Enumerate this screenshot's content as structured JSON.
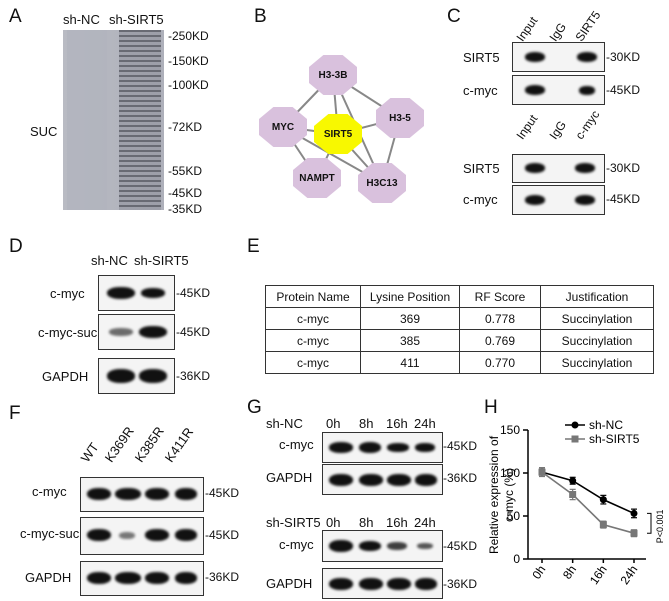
{
  "panelA": {
    "label": "A",
    "lanes": [
      "sh-NC",
      "sh-SIRT5"
    ],
    "side_label": "SUC",
    "markers": [
      "-250KD",
      "-150KD",
      "-100KD",
      "-72KD",
      "-55KD",
      "-45KD",
      "-35KD"
    ]
  },
  "panelB": {
    "label": "B",
    "center": "SIRT5",
    "nodes": [
      "H3-3B",
      "MYC",
      "H3-5",
      "NAMPT",
      "H3C13"
    ],
    "colors": {
      "center": "#f8f800",
      "node": "#d9c1dd"
    }
  },
  "panelC": {
    "label": "C",
    "top": {
      "cols": [
        "Input",
        "IgG",
        "SIRT5"
      ],
      "rows": [
        "SIRT5",
        "c-myc"
      ],
      "markers": [
        "-30KD",
        "-45KD"
      ]
    },
    "bottom": {
      "cols": [
        "Input",
        "IgG",
        "c-myc"
      ],
      "rows": [
        "SIRT5",
        "c-myc"
      ],
      "markers": [
        "-30KD",
        "-45KD"
      ]
    }
  },
  "panelD": {
    "label": "D",
    "lanes": [
      "sh-NC",
      "sh-SIRT5"
    ],
    "rows": [
      "c-myc",
      "c-myc-suc",
      "GAPDH"
    ],
    "markers": [
      "-45KD",
      "-45KD",
      "-36KD"
    ]
  },
  "panelE": {
    "label": "E",
    "headers": [
      "Protein Name",
      "Lysine Position",
      "RF Score",
      "Justification"
    ],
    "rows": [
      [
        "c-myc",
        "369",
        "0.778",
        "Succinylation"
      ],
      [
        "c-myc",
        "385",
        "0.769",
        "Succinylation"
      ],
      [
        "c-myc",
        "411",
        "0.770",
        "Succinylation"
      ]
    ]
  },
  "panelF": {
    "label": "F",
    "lanes": [
      "WT",
      "K369R",
      "K385R",
      "K411R"
    ],
    "rows": [
      "c-myc",
      "c-myc-suc",
      "GAPDH"
    ],
    "markers": [
      "-45KD",
      "-45KD",
      "-36KD"
    ]
  },
  "panelG": {
    "label": "G",
    "top": {
      "group": "sh-NC",
      "times": [
        "0h",
        "8h",
        "16h",
        "24h"
      ],
      "rows": [
        "c-myc",
        "GAPDH"
      ],
      "markers": [
        "-45KD",
        "-36KD"
      ]
    },
    "bottom": {
      "group": "sh-SIRT5",
      "times": [
        "0h",
        "8h",
        "16h",
        "24h"
      ],
      "rows": [
        "c-myc",
        "GAPDH"
      ],
      "markers": [
        "-45KD",
        "-36KD"
      ]
    }
  },
  "chart_data": {
    "type": "line",
    "label": "H",
    "x": [
      "0h",
      "8h",
      "16h",
      "24h"
    ],
    "series": [
      {
        "name": "sh-NC",
        "values": [
          101,
          91,
          69,
          53
        ],
        "err": [
          5,
          4,
          5,
          5
        ]
      },
      {
        "name": "sh-SIRT5",
        "values": [
          101,
          75,
          40,
          30
        ],
        "err": [
          5,
          6,
          4,
          4
        ]
      }
    ],
    "ylabel": "Relative expression of c-myc (%)",
    "ylim": [
      0,
      150
    ],
    "yticks": [
      "0",
      "50",
      "100",
      "150"
    ],
    "annotation": "P<0.001",
    "legend": "top-right",
    "colors": {
      "sh-NC": "#000000",
      "sh-SIRT5": "#777777"
    }
  }
}
